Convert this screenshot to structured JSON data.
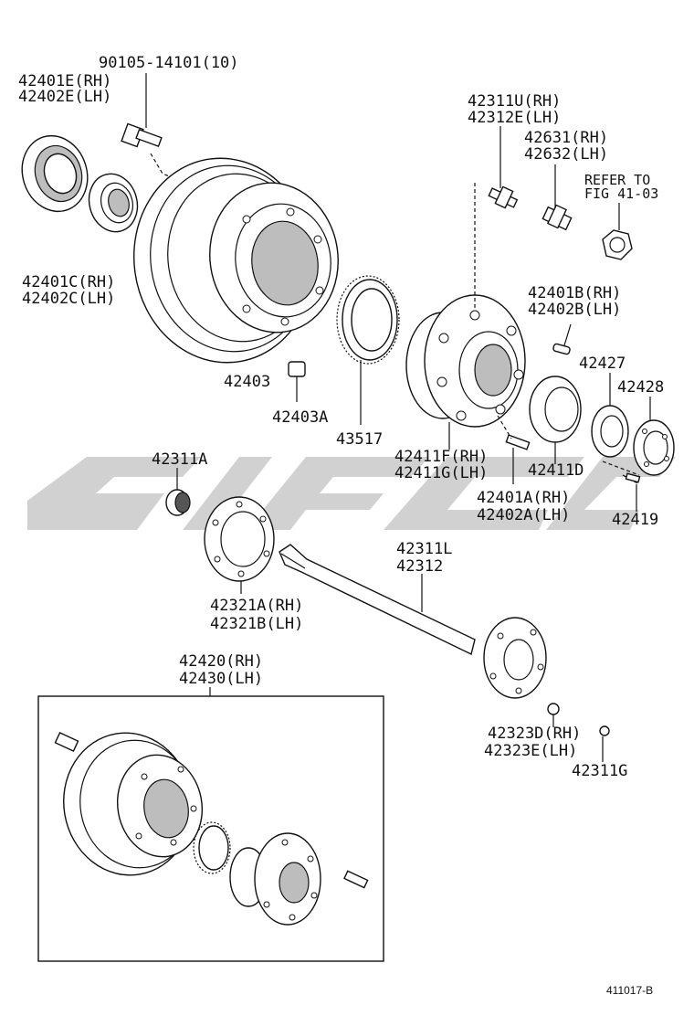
{
  "labels": {
    "bolt_a": "90105-14101(10)",
    "seal_rh": "42401E(RH)",
    "seal_lh": "42402E(LH)",
    "bearing_c_rh": "42401C(RH)",
    "bearing_c_lh": "42402C(LH)",
    "drum": "42403",
    "plug": "42403A",
    "rotor": "43517",
    "hubbolt_rh": "42311U(RH)",
    "hubbolt_lh": "42312E(LH)",
    "stud_rh": "42631(RH)",
    "stud_lh": "42632(LH)",
    "refer_1": "REFER TO",
    "refer_2": "FIG 41-03",
    "bearing_b_rh": "42401B(RH)",
    "bearing_b_lh": "42402B(LH)",
    "retainer_a": "42427",
    "retainer_b": "42428",
    "hub_rh": "42411F(RH)",
    "hub_lh": "42411G(LH)",
    "cup": "42411D",
    "bearing_a_rh": "42401A(RH)",
    "bearing_a_lh": "42402A(LH)",
    "screw": "42419",
    "bushing": "42311A",
    "gasket_rh": "42321A(RH)",
    "gasket_lh": "42321B(LH)",
    "shaft_a": "42311L",
    "shaft_b": "42312",
    "nut_rh": "42323D(RH)",
    "nut_lh": "42323E(LH)",
    "washer": "42311G",
    "assy_rh": "42420(RH)",
    "assy_lh": "42430(LH)",
    "figure_id": "411017-B"
  }
}
